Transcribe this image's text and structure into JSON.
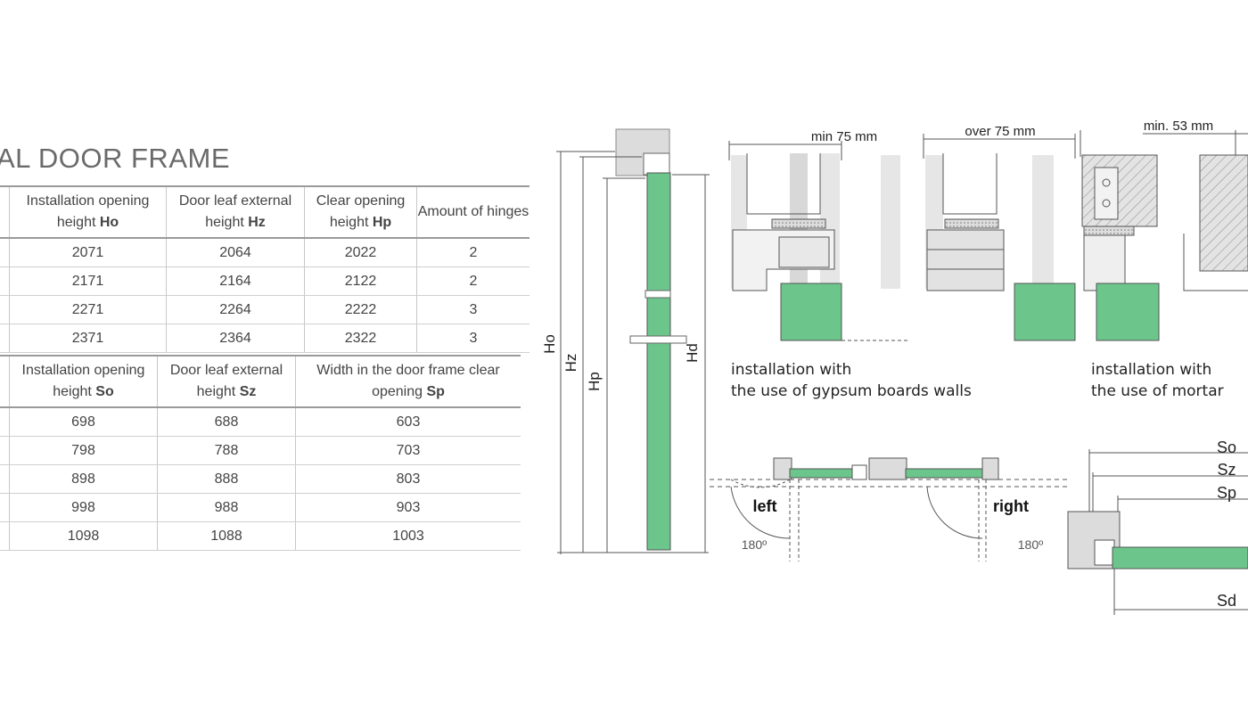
{
  "title": "AL DOOR FRAME",
  "height_table": {
    "headers": [
      {
        "text": "Installation opening height ",
        "sym": "Ho"
      },
      {
        "text": "Door leaf external height ",
        "sym": "Hz"
      },
      {
        "text": "Clear opening height ",
        "sym": "Hp"
      },
      {
        "text": "Amount of hinges",
        "sym": ""
      }
    ],
    "rows": [
      [
        "2071",
        "2064",
        "2022",
        "2"
      ],
      [
        "2171",
        "2164",
        "2122",
        "2"
      ],
      [
        "2271",
        "2264",
        "2222",
        "3"
      ],
      [
        "2371",
        "2364",
        "2322",
        "3"
      ]
    ]
  },
  "width_table": {
    "headers": [
      {
        "text": "Installation opening height ",
        "sym": "So"
      },
      {
        "text": "Door leaf external height ",
        "sym": "Sz"
      },
      {
        "text": "Width in the door frame clear opening ",
        "sym": "Sp"
      }
    ],
    "rows": [
      [
        "698",
        "688",
        "603"
      ],
      [
        "798",
        "788",
        "703"
      ],
      [
        "898",
        "888",
        "803"
      ],
      [
        "998",
        "988",
        "903"
      ],
      [
        "1098",
        "1088",
        "1003"
      ]
    ]
  },
  "elevation": {
    "ho": "Ho",
    "hz": "Hz",
    "hp": "Hp",
    "hd": "Hd"
  },
  "sections": {
    "gypsum_min": "min 75 mm",
    "gypsum_over": "over 75 mm",
    "mortar_min": "min. 53 mm",
    "gypsum_caption_1": "installation with",
    "gypsum_caption_2": "the use of gypsum boards walls",
    "mortar_caption_1": "installation with",
    "mortar_caption_2": "the use of mortar"
  },
  "swing": {
    "left": "left",
    "right": "right",
    "angle_left": "180º",
    "angle_right": "180º"
  },
  "plan": {
    "so": "So",
    "sz": "Sz",
    "sp": "Sp",
    "sd": "Sd"
  },
  "colors": {
    "leaf_green": "#6cc58a",
    "frame_gray": "#dcdcdc",
    "line": "#555555"
  }
}
